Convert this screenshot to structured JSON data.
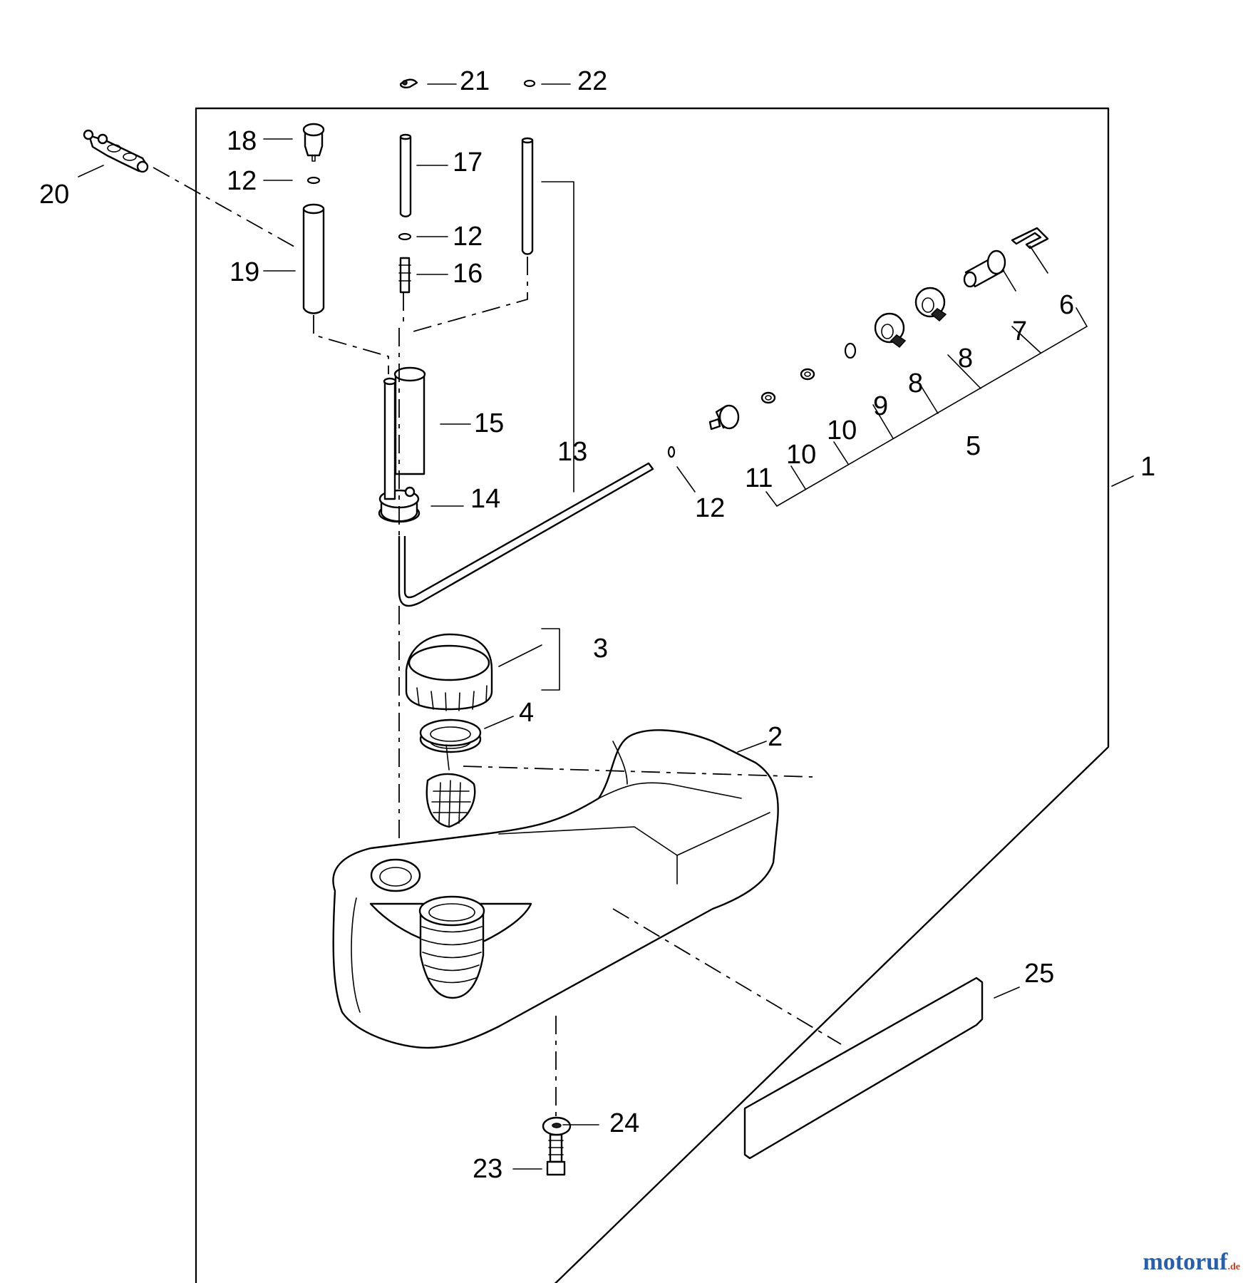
{
  "labels": {
    "p1": "1",
    "p2": "2",
    "p3": "3",
    "p4": "4",
    "p5": "5",
    "p6": "6",
    "p7": "7",
    "p8a": "8",
    "p8b": "8",
    "p9": "9",
    "p10a": "10",
    "p10b": "10",
    "p11": "11",
    "p12a": "12",
    "p12b": "12",
    "p12c": "12",
    "p13": "13",
    "p14": "14",
    "p15": "15",
    "p16": "16",
    "p17": "17",
    "p18": "18",
    "p19": "19",
    "p20": "20",
    "p21": "21",
    "p22": "22",
    "p23": "23",
    "p24": "24",
    "p25": "25"
  },
  "watermark": {
    "brand": "motoruf",
    "tld": ".de"
  }
}
